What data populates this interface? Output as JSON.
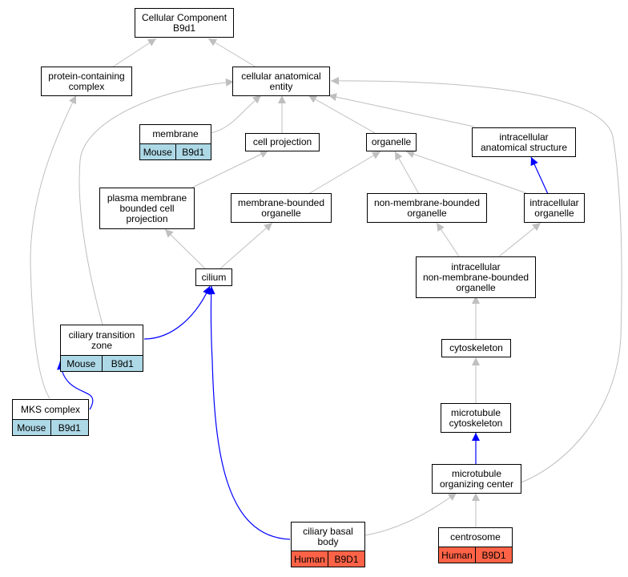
{
  "colors": {
    "mouse": "#add8e6",
    "human": "#ff6347",
    "edge_gray": "#bfbfbf",
    "edge_blue": "#0000ff",
    "border": "#000000"
  },
  "nodes": {
    "root": {
      "label": "Cellular Component\nB9d1"
    },
    "protein_complex": {
      "label": "protein-containing\ncomplex"
    },
    "cellular_entity": {
      "label": "cellular anatomical\nentity"
    },
    "membrane": {
      "label": "membrane",
      "species": "Mouse",
      "gene": "B9d1"
    },
    "cell_projection": {
      "label": "cell projection"
    },
    "organelle": {
      "label": "organelle"
    },
    "intracellular_structure": {
      "label": "intracellular\nanatomical structure"
    },
    "pm_projection": {
      "label": "plasma membrane\nbounded cell\nprojection"
    },
    "mb_organelle": {
      "label": "membrane-bounded\norganelle"
    },
    "nmb_organelle": {
      "label": "non-membrane-bounded\norganelle"
    },
    "intracellular_organelle": {
      "label": "intracellular\norganelle"
    },
    "cilium": {
      "label": "cilium"
    },
    "inmb_organelle": {
      "label": "intracellular\nnon-membrane-bounded\norganelle"
    },
    "transition_zone": {
      "label": "ciliary transition\nzone",
      "species": "Mouse",
      "gene": "B9d1"
    },
    "cytoskeleton": {
      "label": "cytoskeleton"
    },
    "mks_complex": {
      "label": "MKS complex",
      "species": "Mouse",
      "gene": "B9d1"
    },
    "mt_cytoskeleton": {
      "label": "microtubule\ncytoskeleton"
    },
    "mtoc": {
      "label": "microtubule\norganizing center"
    },
    "basal_body": {
      "label": "ciliary basal\nbody",
      "species": "Human",
      "gene": "B9D1"
    },
    "centrosome": {
      "label": "centrosome",
      "species": "Human",
      "gene": "B9D1"
    }
  }
}
